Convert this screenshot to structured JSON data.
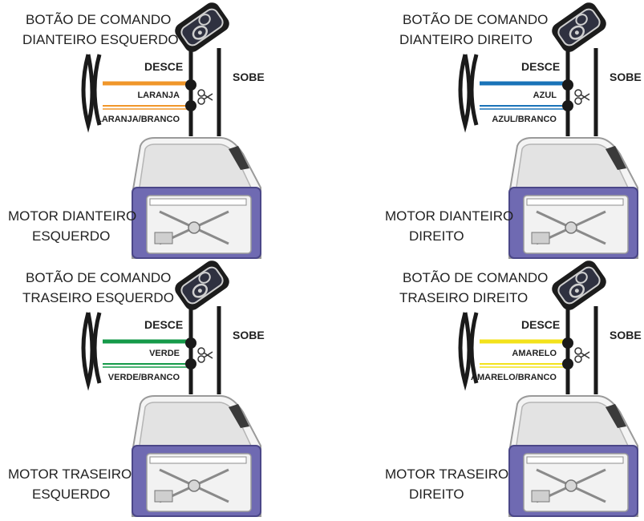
{
  "panels": [
    {
      "button_title": [
        "BOTÃO DE COMANDO",
        "DIANTEIRO ESQUERDO"
      ],
      "motor_title": [
        "MOTOR DIANTEIRO",
        "ESQUERDO"
      ],
      "down_label": "DESCE",
      "up_label": "SOBE",
      "wire_label": "LARANJA",
      "wire_stripe_label": "LARANJA/BRANCO",
      "wire_color": "#f0962a"
    },
    {
      "button_title": [
        "BOTÃO DE COMANDO",
        "DIANTEIRO DIREITO"
      ],
      "motor_title": [
        "MOTOR DIANTEIRO",
        "DIREITO"
      ],
      "down_label": "DESCE",
      "up_label": "SOBE",
      "wire_label": "AZUL",
      "wire_stripe_label": "AZUL/BRANCO",
      "wire_color": "#1a73b8"
    },
    {
      "button_title": [
        "BOTÃO DE COMANDO",
        "TRASEIRO ESQUERDO"
      ],
      "motor_title": [
        "MOTOR TRASEIRO",
        "ESQUERDO"
      ],
      "down_label": "DESCE",
      "up_label": "SOBE",
      "wire_label": "VERDE",
      "wire_stripe_label": "VERDE/BRANCO",
      "wire_color": "#159a49"
    },
    {
      "button_title": [
        "BOTÃO DE COMANDO",
        "TRASEIRO DIREITO"
      ],
      "motor_title": [
        "MOTOR TRASEIRO",
        "DIREITO"
      ],
      "down_label": "DESCE",
      "up_label": "SOBE",
      "wire_label": "AMARELO",
      "wire_stripe_label": "AMARELO/BRANCO",
      "wire_color": "#f3e21b"
    }
  ],
  "colors": {
    "wire_dark": "#1a1a1a",
    "door_purple": "#6f6ab2",
    "door_glass": "#e6e6e6",
    "switch_body": "#1c1c1c",
    "switch_ring": "#cfcfcf"
  },
  "icons": [
    "power-window-switch-icon",
    "car-door-icon",
    "scissors-icon",
    "wave-break-icon"
  ]
}
